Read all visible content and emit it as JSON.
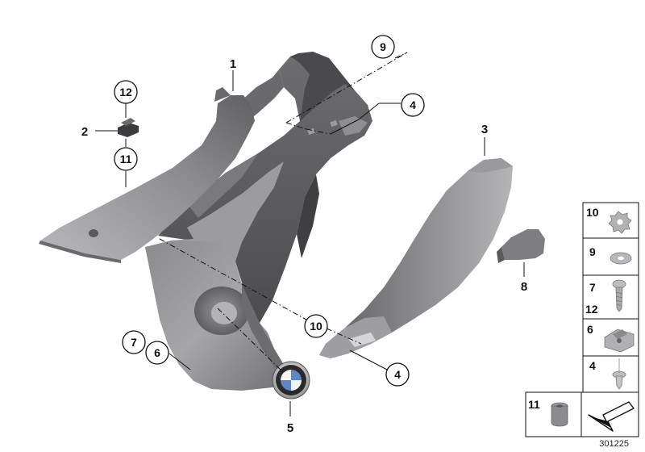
{
  "diagram": {
    "diagram_number": "301225",
    "callouts": {
      "c1": "1",
      "c2": "2",
      "c3": "3",
      "c4a": "4",
      "c4b": "4",
      "c5": "5",
      "c6": "6",
      "c7": "7",
      "c8": "8",
      "c9": "9",
      "c10": "10",
      "c11": "11",
      "c12": "12"
    },
    "parts_table": {
      "row10": "10",
      "row9": "9",
      "row7": "7",
      "row12": "12",
      "row6": "6",
      "row4": "4",
      "row11": "11"
    }
  },
  "colors": {
    "part_dark": "#5e5e60",
    "part_mid": "#7b7b7d",
    "part_light": "#a9a9ab",
    "line": "#111111"
  }
}
